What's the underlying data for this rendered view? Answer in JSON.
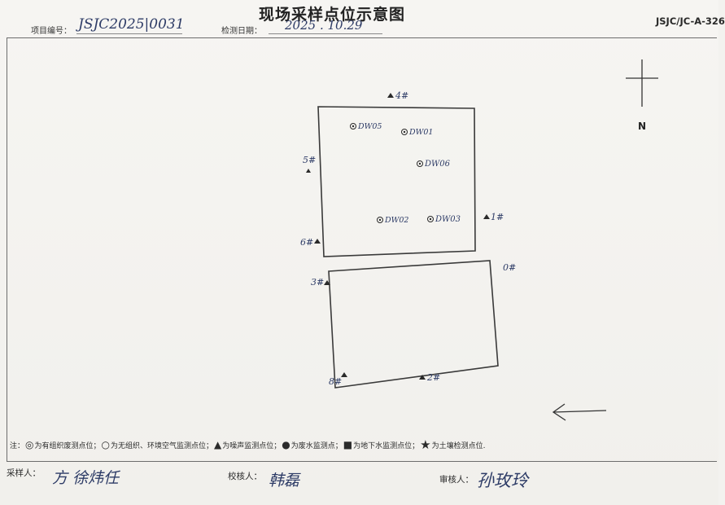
{
  "header": {
    "title": "现场采样点位示意图",
    "doc_code": "JSJC/JC-A-326",
    "project_no_label": "项目编号：",
    "project_no_value": "JSJC2025|0031",
    "test_date_label": "检测日期：",
    "test_date_value": "2025 . 10.29"
  },
  "map": {
    "north_label": "N",
    "points": {
      "n4": "4#",
      "dw05": "DW05",
      "dw01": "DW01",
      "dw06": "DW06",
      "n5": "5#",
      "dw02": "DW02",
      "dw03": "DW03",
      "n1": "1#",
      "n6": "6#",
      "n0": "0#",
      "n3": "3#",
      "n8": "8#",
      "n2": "2#"
    }
  },
  "legend": {
    "note_prefix": "注：",
    "items": [
      {
        "icon": "double-circle-icon",
        "symbol": "◎",
        "text": "为有组织废测点位；"
      },
      {
        "icon": "circle-icon",
        "symbol": "○",
        "text": "为无组织、环境空气监测点位；"
      },
      {
        "icon": "triangle-icon",
        "symbol": "▲",
        "text": "为噪声监测点位；"
      },
      {
        "icon": "dot-icon",
        "symbol": "●",
        "text": "为废水监测点；"
      },
      {
        "icon": "square-icon",
        "symbol": "■",
        "text": "为地下水监测点位；"
      },
      {
        "icon": "star-icon",
        "symbol": "★",
        "text": "为土壤检测点位."
      }
    ]
  },
  "signatures": {
    "sampler_label": "采样人：",
    "sampler_value": "方 徐炜任",
    "checker_label": "校核人：",
    "checker_value": "韩磊",
    "reviewer_label": "审核人：",
    "reviewer_value": "孙玫玲"
  }
}
